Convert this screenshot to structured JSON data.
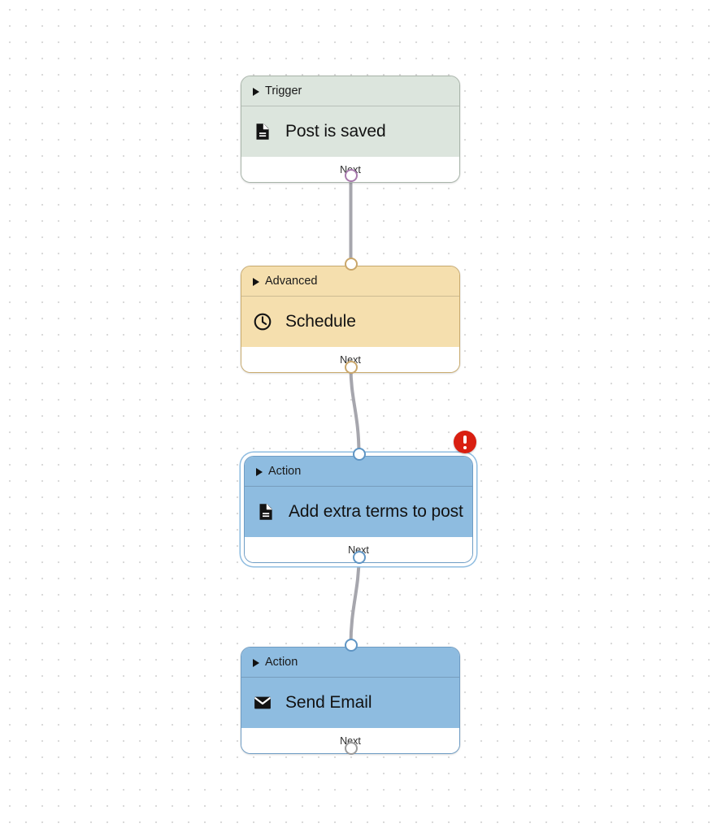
{
  "canvas": {
    "background_color": "#ffffff",
    "grid_dot_color": "#dadada",
    "grid_spacing": 20
  },
  "nodes": [
    {
      "id": "trigger-post-is-saved",
      "category": "Trigger",
      "title": "Post is saved",
      "icon": "document-icon",
      "footer_label": "Next",
      "color": "#dce5dd",
      "border_color": "#a9b5aa",
      "selected": false,
      "error": false
    },
    {
      "id": "advanced-schedule",
      "category": "Advanced",
      "title": "Schedule",
      "icon": "clock-icon",
      "footer_label": "Next",
      "color": "#f5dfae",
      "border_color": "#c9ab6e",
      "selected": false,
      "error": false
    },
    {
      "id": "action-add-extra-terms-to-post",
      "category": "Action",
      "title": "Add extra terms to post",
      "icon": "document-icon",
      "footer_label": "Next",
      "color": "#8ebce0",
      "border_color": "#6e9cc4",
      "selected": true,
      "error": true
    },
    {
      "id": "action-send-email",
      "category": "Action",
      "title": "Send Email",
      "icon": "envelope-icon",
      "footer_label": "Next",
      "color": "#8ebce0",
      "border_color": "#6e9cc4",
      "selected": false,
      "error": false
    }
  ],
  "error_badge": {
    "icon": "exclamation-icon",
    "color": "#d91f11",
    "attached_to": "action-add-extra-terms-to-post"
  },
  "edges": [
    {
      "from": "trigger-post-is-saved",
      "to": "advanced-schedule",
      "color": "#a6a6ad"
    },
    {
      "from": "advanced-schedule",
      "to": "action-add-extra-terms-to-post",
      "color": "#a6a6ad"
    },
    {
      "from": "action-add-extra-terms-to-post",
      "to": "action-send-email",
      "color": "#a6a6ad"
    }
  ],
  "handles": {
    "trigger_source_color": "#a779ad",
    "advanced_target_color": "#c9a66a",
    "advanced_source_color": "#c9a66a",
    "action1_target_color": "#5f95c4",
    "action1_source_color": "#5f95c4",
    "action2_target_color": "#5f95c4",
    "action2_source_color": "#5f95c4"
  }
}
